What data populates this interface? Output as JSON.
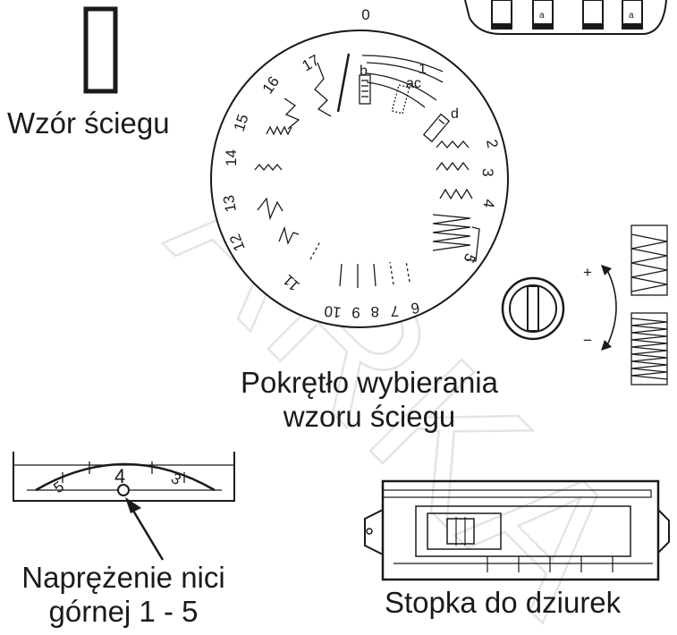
{
  "watermark": "ARKA",
  "labels": {
    "stitch_pattern": "Wzór ściegu",
    "dial_line1": "Pokrętło wybierania",
    "dial_line2": "wzoru ściegu",
    "tension_line1": "Naprężenie nici",
    "tension_line2": "górnej 1 - 5",
    "buttonhole_foot": "Stopka do dziurek"
  },
  "dial": {
    "top_marker": "0",
    "buttonhole_marks": [
      "1",
      "b",
      "ac",
      "d"
    ],
    "numbers": [
      "2",
      "3",
      "4",
      "5",
      "6",
      "7",
      "8",
      "9",
      "10",
      "11",
      "12",
      "13",
      "14",
      "15",
      "16",
      "17"
    ]
  },
  "width_knob": {
    "plus": "+",
    "minus": "−"
  },
  "tension_dial": {
    "values": [
      "5",
      "4",
      "3"
    ]
  },
  "top_right_panels": [
    "a",
    "a"
  ]
}
